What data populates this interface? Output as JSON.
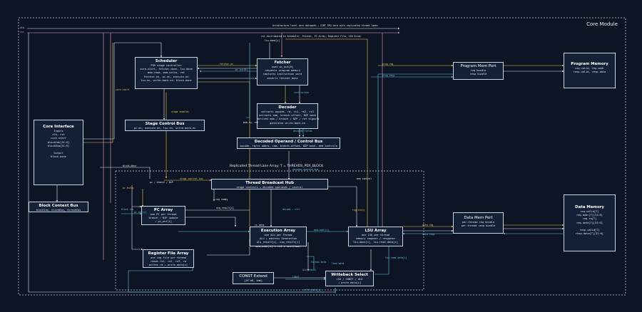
{
  "core_module": {
    "title": "Core Module"
  },
  "replicated": {
    "title": "Replicated Thread Lane Array: T = THREADS_PER_BLOCK"
  },
  "top_signals": {
    "clk": "clk",
    "rst": "rst",
    "note_top": "Architecture-level core datapath — SIMT GPU core with replicated thread lanes",
    "note_rst": "rst distributed to Scheduler, Fetcher, PC Array, Register File, LSU Array"
  },
  "blocks": {
    "scheduler": {
      "title": "Scheduler",
      "lines": [
        "FSM stage controller",
        "core.start, fetcher.done, lsu.done",
        "mem.read, mem.write, ret",
        "fetcher.en, pc.en, execute.en",
        "lsu.en, write.back.en, block.done"
      ]
    },
    "fetcher": {
      "title": "Fetcher",
      "lines": [
        "uses pc_out[0]",
        "requests program memory",
        "captures instruction word",
        "asserts fetcher.done"
      ]
    },
    "decoder": {
      "title": "Decoder",
      "lines": [
        "extracts opcode, rd, rs1, rs2, rs3",
        "extracts imm, branch.offset, BZP mask",
        "derives mem / branch / NZP / ret signals",
        "generates write.back.en"
      ]
    },
    "core_interface": {
      "title": "Core Interface",
      "lines": [
        "Inputs",
        "clk, rst",
        "core.start",
        "blockIdx[31:0]",
        "blockDim[31:0]",
        "",
        "Output",
        "block.done"
      ]
    },
    "stage_bus": {
      "title": "Stage Control Bus",
      "lines": [
        "pc.en, execute.en, lsu.en, write.back.en"
      ]
    },
    "decoded_bus": {
      "title": "Decoded Operand / Control Bus",
      "lines": [
        "opcode, rd/rs addrs, imm, branch.offset, BZP mask, mem controls"
      ]
    },
    "block_bus": {
      "title": "Block Context Bus",
      "lines": [
        "blockIdx, blockDim, threadIdx"
      ]
    },
    "hub": {
      "title": "Thread Broadcast Hub",
      "lines": [
        "stage controls + decoded operands / control"
      ]
    },
    "pc_array": {
      "title": "PC Array",
      "lines": [
        "one PC per thread",
        "branch / NZP update",
        "→ pc_out[i]"
      ]
    },
    "exec_array": {
      "title": "Execution Array",
      "lines": [
        "one ALU per thread",
        "ALU + address Generation",
        "alu_result[i], nzp_result[i]",
        "mem_addr[i] = rs1 + sext(imm)"
      ]
    },
    "lsu_array": {
      "title": "LSU Array",
      "lines": [
        "one LSU per thread",
        "memory request / response",
        "lsu.done[i], lsu.read.data[i]"
      ]
    },
    "regfile": {
      "title": "Register File Array",
      "lines": [
        "one reg file per thread",
        "reads rs1, rs2, rs3, rd",
        "writes rd ← write_data[i]"
      ]
    },
    "const_extend": {
      "title": "CONST Extend",
      "lines": [
        "{16'b0, imm}"
      ]
    },
    "writeback": {
      "title": "Writeback Select",
      "lines": [
        "LSU / CONST / ALU",
        "→ write_data[i]"
      ]
    },
    "prog_port": {
      "title": "Program Mem Port",
      "lines": [
        "req bundle",
        "resp bundle"
      ]
    },
    "prog_mem": {
      "title": "Program Memory",
      "lines": [
        "req.valid, req.addr",
        "resp.valid, resp.data"
      ]
    },
    "data_port": {
      "title": "Data Mem Port",
      "lines": [
        "per-thread req bundle",
        "per-thread resp bundle"
      ]
    },
    "data_mem": {
      "title": "Data Memory",
      "lines": [
        "req.valid[T]",
        "req.addr[T][31:0]",
        "req.rw[T]",
        "req.data[T][31:0]",
        "",
        "resp.valid[T]",
        "resp.data[T][31:0]"
      ]
    }
  },
  "labels": {
    "core_start": "core.start",
    "fetcher_en": "fetcher.en",
    "pc_out0": "pc_out[0]",
    "lsu_done": "lsu.done[i]",
    "instruction": "instruction",
    "stage_enables": "stage enables",
    "decoded_out": "decoded fields",
    "mem_rw": "mem.rw, ret",
    "block_done": "block.done",
    "pc_branch_bzp": "pc / branch / BZP",
    "stage_control_bus": "stage control bus",
    "decoded_operand_bus": "decoded operand bus",
    "reg_reads": "reg reads",
    "nzp_result": "nzp_result[i]",
    "mem_addr": "mem.addr[i]",
    "lsu_read": "lsu.read.data[i]",
    "pc_out": "pc_out[i]",
    "rs_data": "rs data",
    "alu_result": "ALU result",
    "const": "CONST",
    "load_data": "load data",
    "write_data": "write_data[i]",
    "prog_req": "prog req",
    "prog_resp": "prog resp",
    "data_req": "data req",
    "data_resp": "data resp",
    "mem_control": "mem control",
    "decode_to_ctrl": "decode → ctrl",
    "reg_entry": "reg entry",
    "pc_entry": "pc entry",
    "block_context": "block ctx",
    "thread_data": "thread data"
  }
}
